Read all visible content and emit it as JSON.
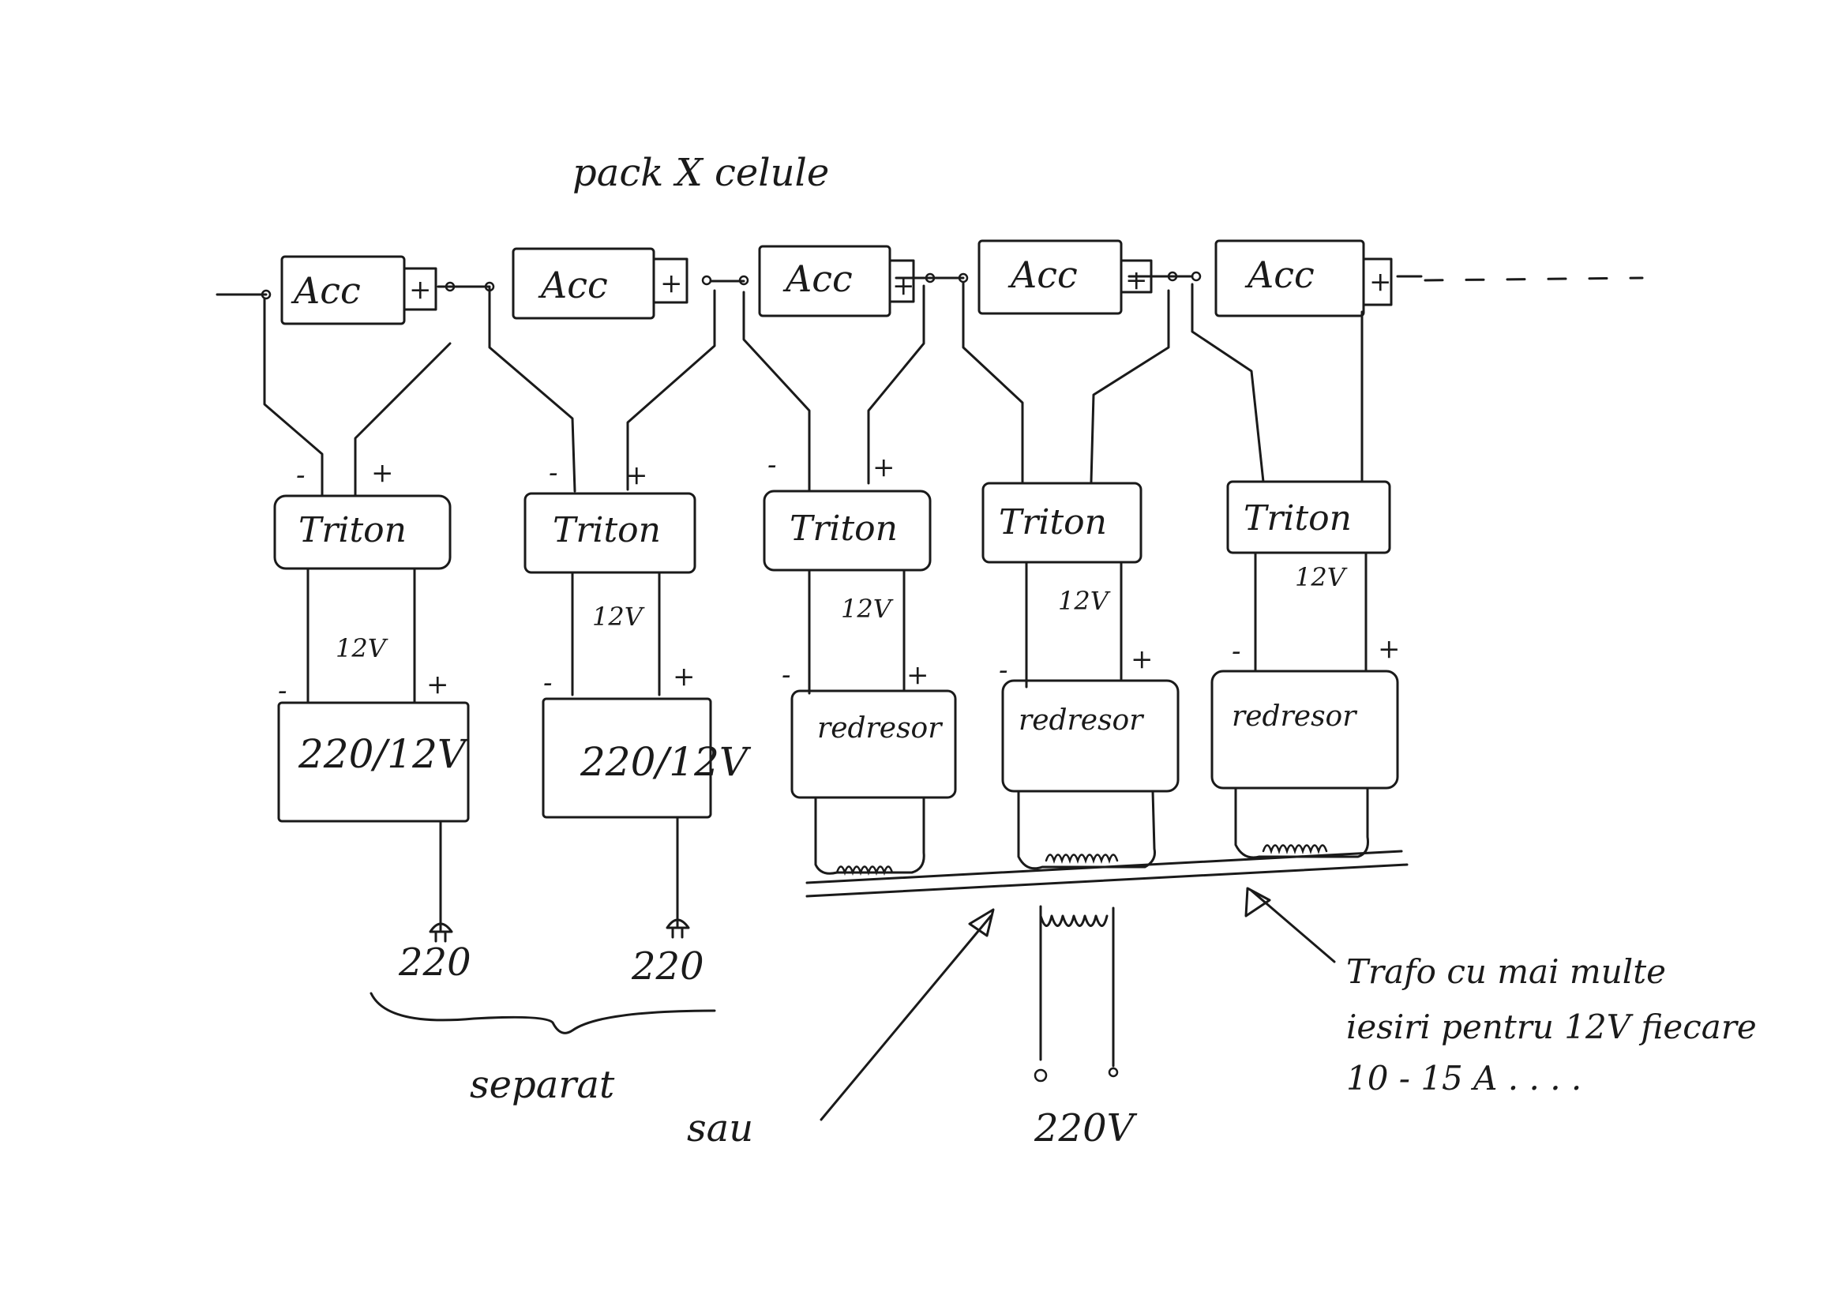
{
  "title": "pack X celule",
  "cells": [
    {
      "battery": "Acc",
      "battery_pos": "+",
      "bms": "Triton",
      "bms_minus": "-",
      "bms_plus": "+",
      "voltage": "12V",
      "src_minus": "-",
      "src_plus": "+",
      "source": "220/12V",
      "mains": "220"
    },
    {
      "battery": "Acc",
      "battery_pos": "+",
      "bms": "Triton",
      "bms_minus": "-",
      "bms_plus": "+",
      "voltage": "12V",
      "src_minus": "-",
      "src_plus": "+",
      "source": "220/12V",
      "mains": "220"
    },
    {
      "battery": "Acc",
      "battery_pos": "+",
      "bms": "Triton",
      "bms_minus": "-",
      "bms_plus": "+",
      "voltage": "12V",
      "src_minus": "-",
      "src_plus": "+",
      "source": "redresor"
    },
    {
      "battery": "Acc",
      "battery_pos": "+",
      "bms": "Triton",
      "voltage": "12V",
      "src_minus": "-",
      "src_plus": "+",
      "source": "redresor"
    },
    {
      "battery": "Acc",
      "battery_pos": "+",
      "bms": "Triton",
      "voltage": "12V",
      "src_minus": "-",
      "src_plus": "+",
      "source": "redresor"
    }
  ],
  "separate_label": "separat",
  "or_label": "sau",
  "transformer_input": "220V",
  "transformer_note": [
    "Trafo cu mai multe",
    "iesiri pentru 12V fiecare",
    "10 - 15 A . . . ."
  ]
}
